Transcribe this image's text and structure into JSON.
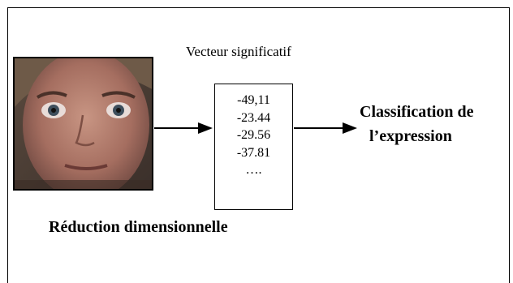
{
  "diagram": {
    "vector_caption": "Vecteur significatif",
    "vector_values": [
      "-49,11",
      "-23.44",
      "-29.56",
      "-37.81",
      "…."
    ],
    "classification_line1": "Classification de",
    "classification_line2": "l’expression",
    "reduction_label": "Réduction dimensionnelle"
  },
  "colors": {
    "line": "#000000",
    "background": "#ffffff"
  }
}
